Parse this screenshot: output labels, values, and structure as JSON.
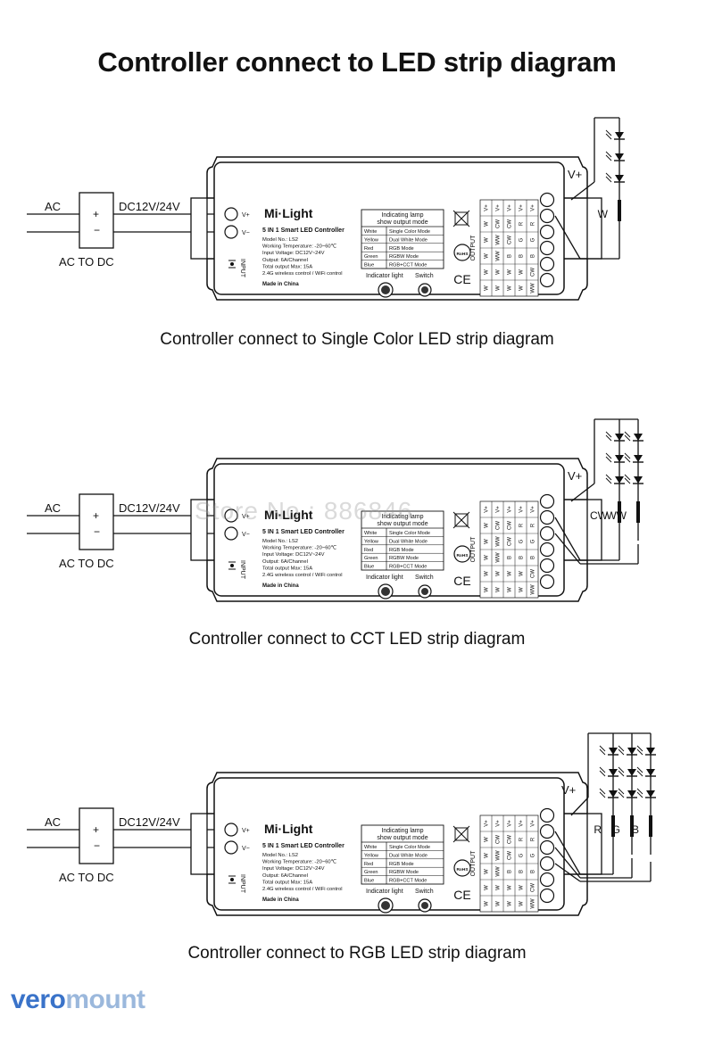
{
  "page_title": "Controller connect to LED strip diagram",
  "psu": {
    "ac_label": "AC",
    "dc_label": "DC12V/24V",
    "plus": "+",
    "minus": "−",
    "name": "AC TO DC"
  },
  "controller": {
    "brand": "Mi·Light",
    "in_plus": "V+",
    "in_minus": "V−",
    "input_label": "INPUT",
    "product": "5 IN 1 Smart LED Controller",
    "specs": [
      "Model No.: LS2",
      "Working Temperature: -20~60℃",
      "Input Voltage: DC12V~24V",
      "Output: 6A/Channel",
      "Total output Max: 15A",
      "2.4G wireless control / WiFi control"
    ],
    "made_in": "Made in China",
    "table_header": [
      "Indicating lamp",
      "show output mode"
    ],
    "table_rows": [
      [
        "White",
        "Single Color Mode"
      ],
      [
        "Yellow",
        "Dual White Mode"
      ],
      [
        "Red",
        "RGB Mode"
      ],
      [
        "Green",
        "RGBW Mode"
      ],
      [
        "Blue",
        "RGB+CCT Mode"
      ]
    ],
    "indicator_label": "Indicator light",
    "switch_label": "Switch",
    "output_label": "OUTPUT",
    "output_grid": [
      [
        "V+",
        "V+",
        "V+",
        "V+",
        "V+"
      ],
      [
        "W",
        "CW",
        "CW",
        "R",
        "R"
      ],
      [
        "W",
        "WW",
        "CW",
        "G",
        "G"
      ],
      [
        "W",
        "WW",
        "B",
        "B",
        "B"
      ],
      [
        "W",
        "W",
        "W",
        "W",
        "CW"
      ],
      [
        "W",
        "W",
        "W",
        "W",
        "WW"
      ]
    ],
    "rohs": "RoHS",
    "ce": "CE"
  },
  "strip": {
    "vplus": "V+"
  },
  "diagrams": [
    {
      "caption": "Controller connect to Single Color LED strip diagram",
      "channels": [
        "W"
      ]
    },
    {
      "caption": "Controller connect to CCT LED strip diagram",
      "channels": [
        "CW",
        "WW"
      ]
    },
    {
      "caption": "Controller connect to RGB LED strip diagram",
      "channels": [
        "R",
        "G",
        "B"
      ]
    }
  ],
  "watermark": "Store No.: 886846",
  "logo": {
    "part1": "vero",
    "part2": "mount"
  }
}
